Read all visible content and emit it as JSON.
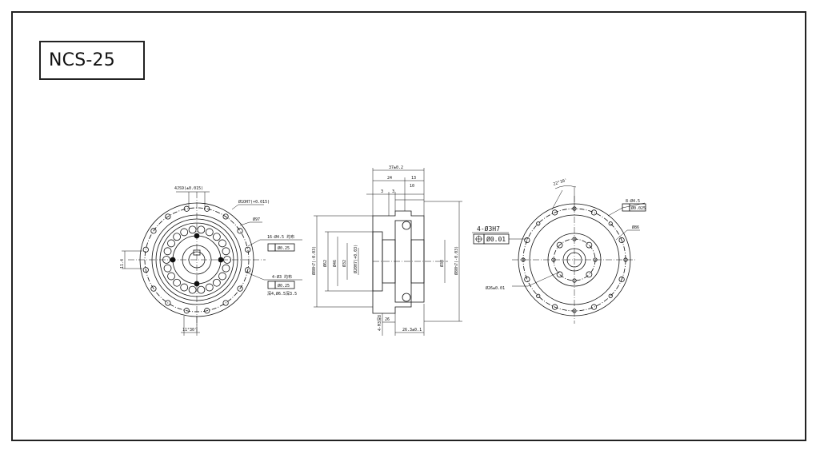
{
  "title_block": {
    "model": "NCS-25"
  },
  "front_view": {
    "labels": {
      "top_tol": "4JS9(±0.015)",
      "bore": "Ø1OH7(+0.015)",
      "od": "Ø97",
      "holes_a": "16-Ø4.5 均布",
      "holes_a_tol": "Ø0.25",
      "holes_b": "4-Ø3 均布",
      "holes_b_tol": "Ø0.25",
      "depth": "深4,Ø6.5深3.5",
      "left_dim": "11.4",
      "bottom_angle": "11°30'"
    }
  },
  "side_view": {
    "labels": {
      "top_total": "37±0.2",
      "top_a": "24",
      "top_b": "13",
      "step_a": "3",
      "step_b": "3",
      "step_c": "10",
      "d1": "Ø80h7(-0.03)",
      "d2": "Ø62",
      "d3": "Ø46",
      "d4": "Ø32",
      "d5": "Ø20H7(+0.03)",
      "d6": "Ø38",
      "d7": "Ø80h7(-0.03)",
      "bottom_a": "4-M3深8",
      "bottom_b": "26",
      "bottom_c": "26.3±0.1"
    }
  },
  "callout": {
    "holes": "4-Ø3H7",
    "tolerance": "Ø0.01"
  },
  "rear_view": {
    "labels": {
      "angle": "22°30'",
      "holes": "8-Ø4.5",
      "holes_tol": "Ø0.025",
      "od": "Ø86",
      "pcd": "Ø26±0.01"
    }
  },
  "colors": {
    "line": "#111111",
    "frame": "#222222",
    "background": "#ffffff"
  }
}
